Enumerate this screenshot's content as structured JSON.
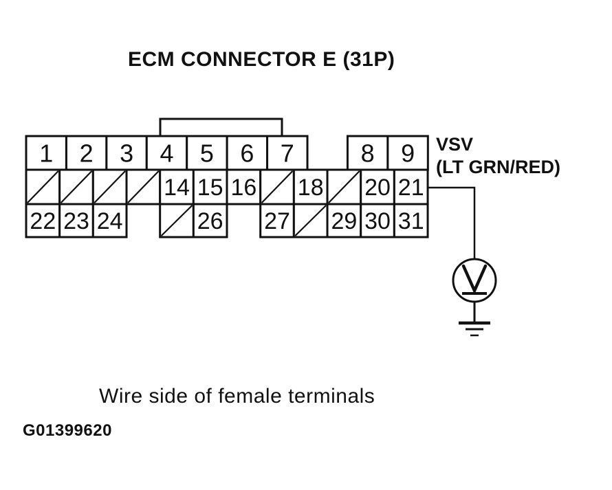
{
  "title": "ECM CONNECTOR E (31P)",
  "wire_label": {
    "line1": "VSV",
    "line2": "(LT GRN/RED)"
  },
  "caption": "Wire side of female terminals",
  "figure_id": "G01399620",
  "colors": {
    "ink": "#111111",
    "paper": "#ffffff"
  },
  "symbols": {
    "voltmeter": "voltmeter-circle-V",
    "ground": "chassis-ground"
  },
  "connector": {
    "name": "ECM Connector E (31P)",
    "rows": [
      {
        "cells": [
          {
            "t": "pin",
            "label": "1"
          },
          {
            "t": "pin",
            "label": "2"
          },
          {
            "t": "pin",
            "label": "3"
          },
          {
            "t": "pin",
            "label": "4"
          },
          {
            "t": "pin",
            "label": "5"
          },
          {
            "t": "pin",
            "label": "6"
          },
          {
            "t": "pin",
            "label": "7"
          },
          {
            "t": "gap"
          },
          {
            "t": "pin",
            "label": "8"
          },
          {
            "t": "pin",
            "label": "9"
          }
        ]
      },
      {
        "cells": [
          {
            "t": "slash"
          },
          {
            "t": "slash"
          },
          {
            "t": "slash"
          },
          {
            "t": "slash"
          },
          {
            "t": "pin",
            "label": "14"
          },
          {
            "t": "pin",
            "label": "15"
          },
          {
            "t": "pin",
            "label": "16"
          },
          {
            "t": "slash"
          },
          {
            "t": "pin",
            "label": "18"
          },
          {
            "t": "slash"
          },
          {
            "t": "pin",
            "label": "20"
          },
          {
            "t": "pin",
            "label": "21"
          }
        ]
      },
      {
        "cells": [
          {
            "t": "pin",
            "label": "22"
          },
          {
            "t": "pin",
            "label": "23"
          },
          {
            "t": "pin",
            "label": "24"
          },
          {
            "t": "gap"
          },
          {
            "t": "slash"
          },
          {
            "t": "pin",
            "label": "26"
          },
          {
            "t": "gap"
          },
          {
            "t": "pin",
            "label": "27"
          },
          {
            "t": "slash"
          },
          {
            "t": "pin",
            "label": "29"
          },
          {
            "t": "pin",
            "label": "30"
          },
          {
            "t": "pin",
            "label": "31"
          }
        ]
      }
    ]
  }
}
